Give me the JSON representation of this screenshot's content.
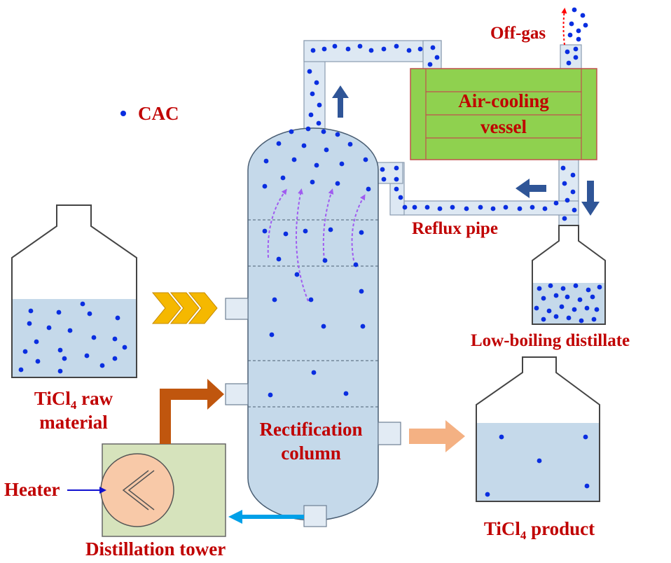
{
  "labels": {
    "cac": "CAC",
    "off_gas": "Off-gas",
    "air_cooling_line1": "Air-cooling",
    "air_cooling_line2": "vessel",
    "reflux_pipe": "Reflux pipe",
    "low_boiling": "Low-boiling distillate",
    "raw_material_pre": "TiCl",
    "raw_material_sub": "4",
    "raw_material_post": " raw",
    "raw_material_line2": "material",
    "heater": "Heater",
    "distillation_tower": "Distillation tower",
    "rectification_line1": "Rectification",
    "rectification_line2": "column",
    "product_pre": "TiCl",
    "product_sub": "4",
    "product_post": " product"
  },
  "colors": {
    "label_red": "#c00000",
    "liquid": "#c5d9ea",
    "particle": "#0a2ee0",
    "vessel_green": "#8fd14f",
    "tower_fill": "#d6e3bc",
    "heater_fill": "#f8c9a8",
    "feed_chevron": "#f5b800",
    "steam_arrow": "#c0560e",
    "product_arrow": "#f4b183",
    "return_arrow": "#00a0e8",
    "flow_arrow": "#2f5597",
    "vapor_arrow": "#a05cf0"
  },
  "icons": [
    "feed-chevron-icon",
    "flow-arrow-icon",
    "vapor-arrow-icon",
    "heater-coil-icon"
  ]
}
